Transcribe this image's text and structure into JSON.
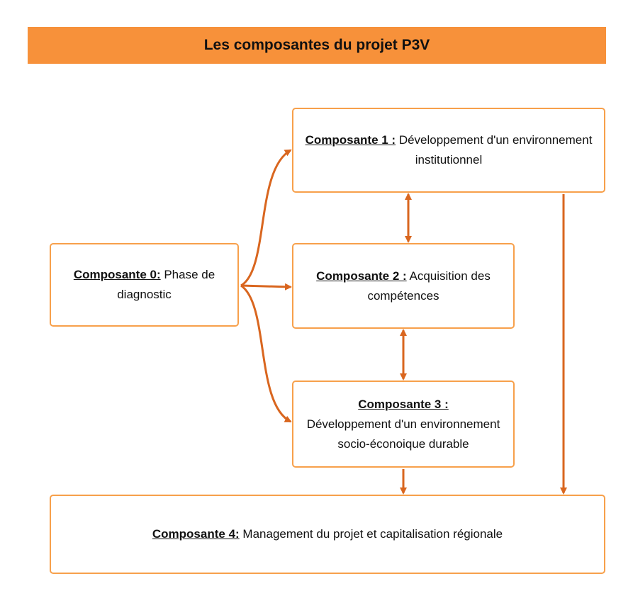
{
  "title": "Les composantes du projet P3V",
  "colors": {
    "accent": "#f7913a",
    "border": "#f7a04b",
    "arrow": "#d9661f"
  },
  "components": [
    {
      "label": "Composante 0:",
      "description": "Phase de diagnostic"
    },
    {
      "label": "Composante 1 :",
      "description": "Développement d'un environnement institutionnel"
    },
    {
      "label": "Composante 2 :",
      "description": "Acquisition des compétences"
    },
    {
      "label": "Composante 3 :",
      "description": "Développement d'un environnement socio-éconoique durable"
    },
    {
      "label": "Composante 4:",
      "description": "Management du projet et capitalisation régionale"
    }
  ]
}
